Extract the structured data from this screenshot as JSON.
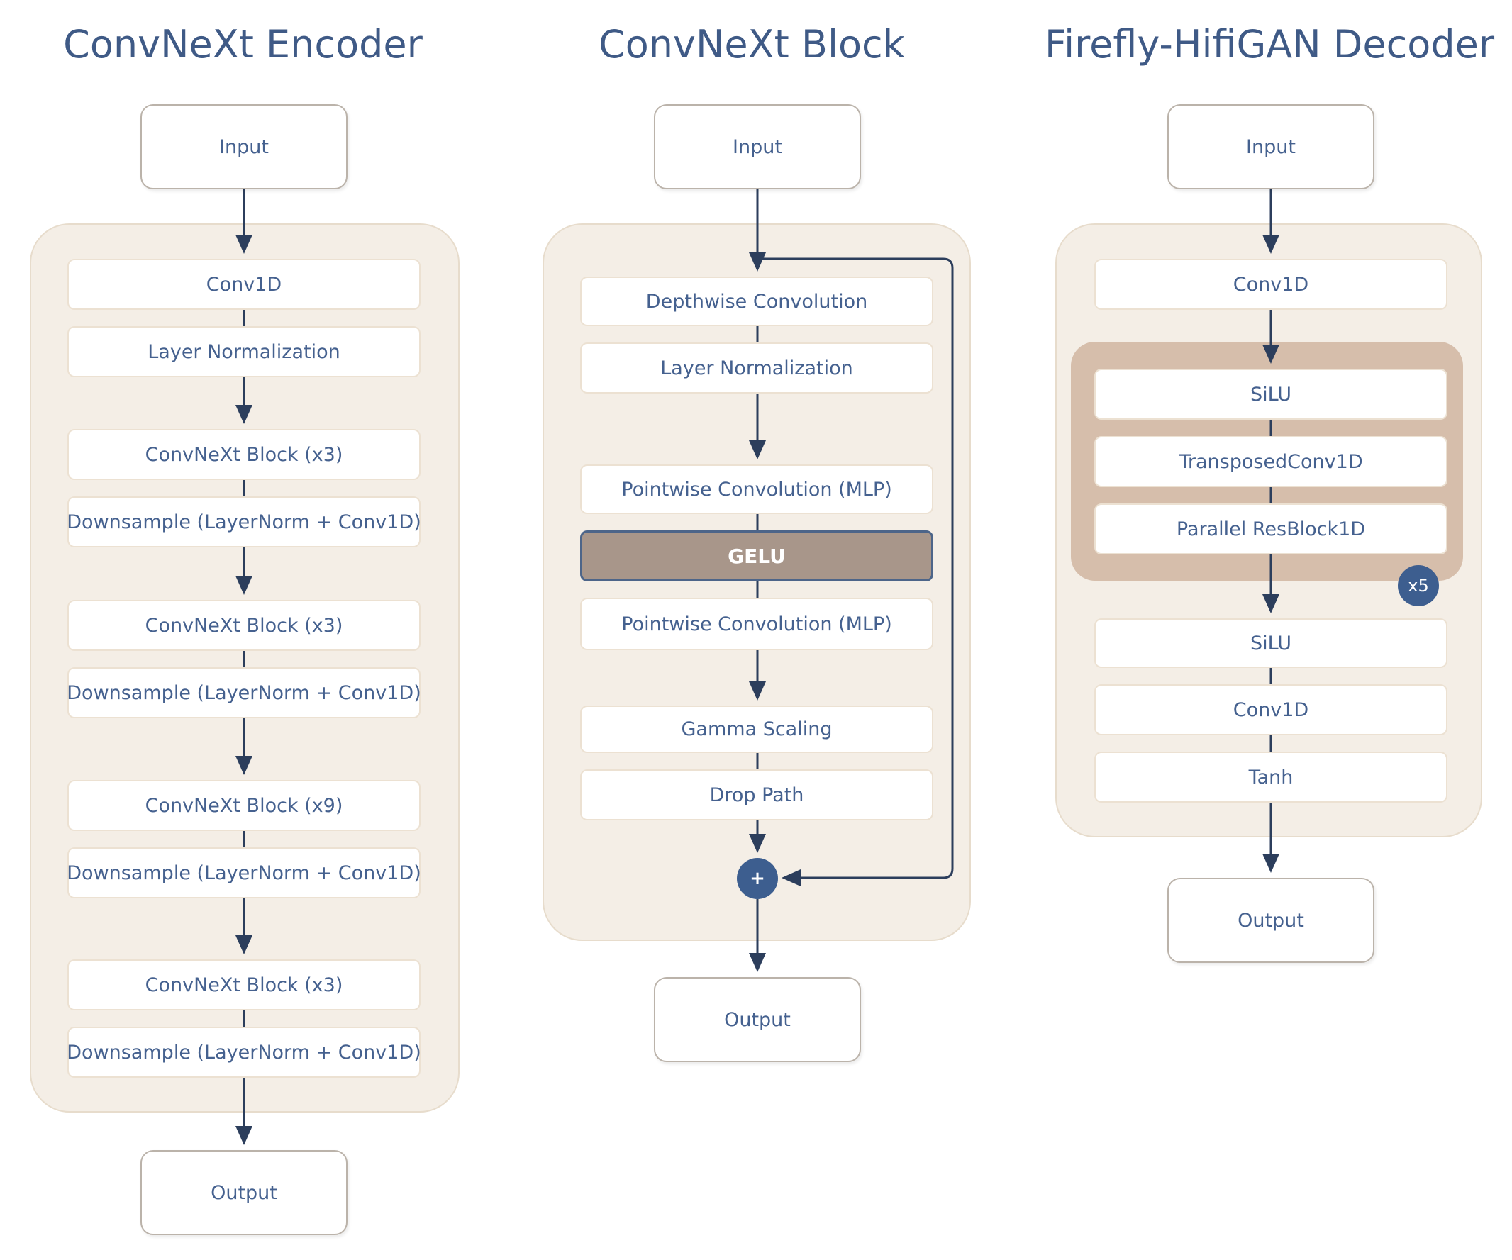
{
  "encoder": {
    "title": "ConvNeXt Encoder",
    "input": "Input",
    "output": "Output",
    "items": [
      "Conv1D",
      "Layer Normalization",
      "ConvNeXt Block (x3)",
      "Downsample (LayerNorm + Conv1D)",
      "ConvNeXt Block (x3)",
      "Downsample (LayerNorm + Conv1D)",
      "ConvNeXt Block (x9)",
      "Downsample (LayerNorm + Conv1D)",
      "ConvNeXt Block (x3)",
      "Downsample (LayerNorm + Conv1D)"
    ]
  },
  "block": {
    "title": "ConvNeXt Block",
    "input": "Input",
    "output": "Output",
    "items": [
      "Depthwise Convolution",
      "Layer Normalization",
      "Pointwise Convolution (MLP)",
      "GELU",
      "Pointwise Convolution (MLP)",
      "Gamma Scaling",
      "Drop Path"
    ],
    "add_symbol": "+"
  },
  "decoder": {
    "title": "Firefly-HifiGAN Decoder",
    "input": "Input",
    "output": "Output",
    "items": [
      "Conv1D",
      "SiLU",
      "TransposedConv1D",
      "Parallel ResBlock1D",
      "SiLU",
      "Conv1D",
      "Tanh"
    ],
    "repeat_badge": "x5"
  },
  "colors": {
    "title_text": "#3f5a86",
    "panel_fill": "#f4eee6",
    "group_fill": "#d6beab",
    "gelu_fill": "#a8968a",
    "accent_blue": "#3d5e8f",
    "arrow": "#2c3e5c"
  }
}
